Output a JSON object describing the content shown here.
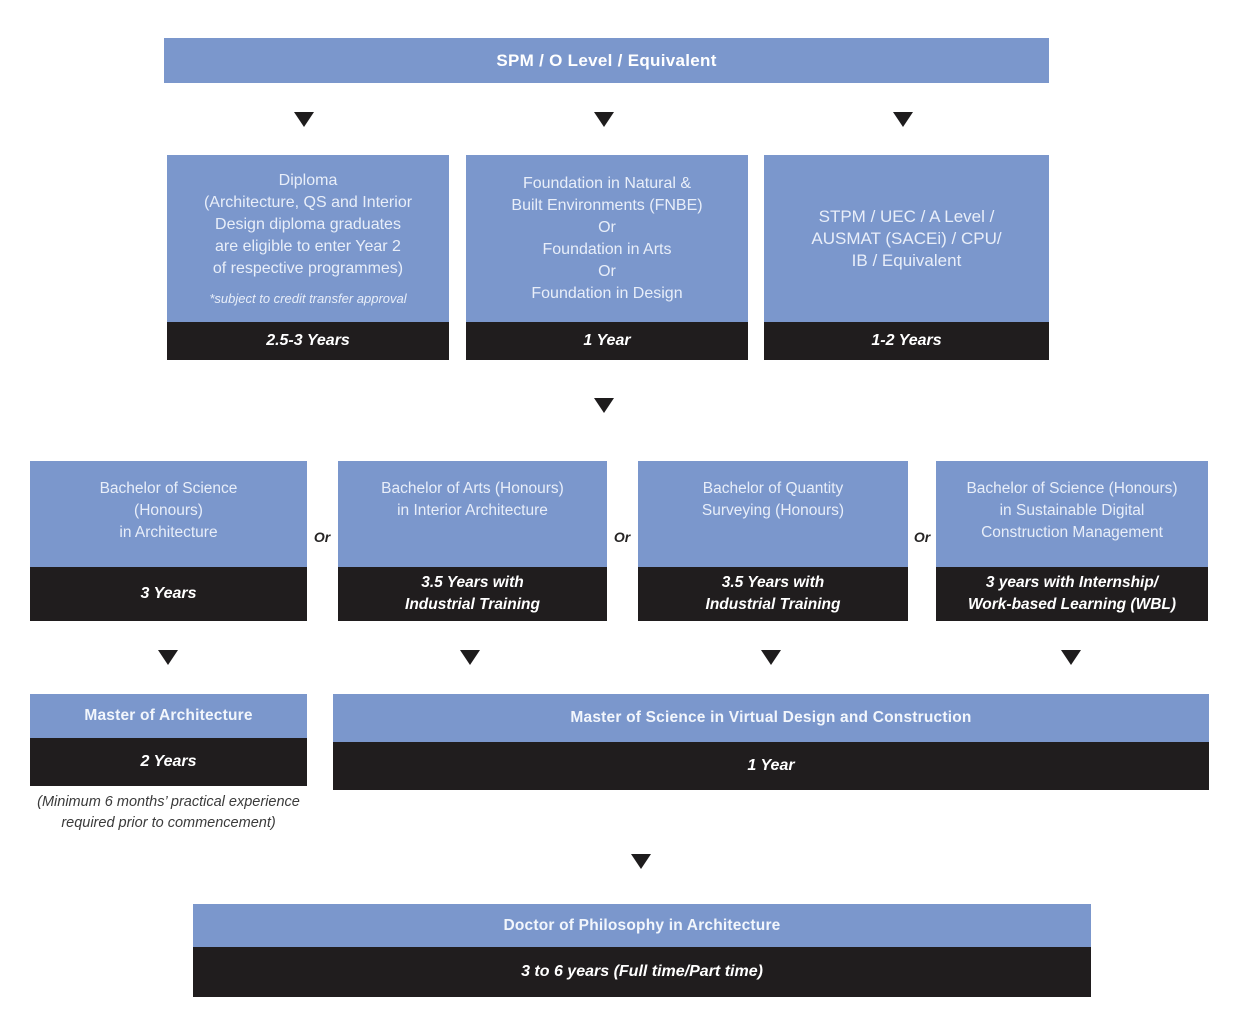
{
  "colors": {
    "blue": "#7b97cc",
    "dark": "#201d1e",
    "arrow": "#1e1c1d"
  },
  "banner": {
    "label": "SPM / O Level / Equivalent"
  },
  "level1": {
    "diploma": {
      "title": "Diploma\n(Architecture, QS and Interior\nDesign diploma graduates\nare eligible to enter Year 2\nof respective programmes)",
      "note": "*subject to credit transfer approval",
      "duration": "2.5-3 Years"
    },
    "foundation": {
      "title": "Foundation in Natural &\nBuilt Environments (FNBE)\nOr\nFoundation in Arts\nOr\nFoundation in Design",
      "duration": "1 Year"
    },
    "stpm": {
      "title": "STPM / UEC / A Level /\nAUSMAT (SACEi) / CPU/\nIB / Equivalent",
      "duration": "1-2 Years"
    }
  },
  "or_label": "Or",
  "bachelors": [
    {
      "title": "Bachelor of Science\n(Honours)\nin Architecture",
      "duration": "3 Years"
    },
    {
      "title": "Bachelor of Arts (Honours)\nin Interior Architecture",
      "duration": "3.5 Years with\nIndustrial Training"
    },
    {
      "title": "Bachelor of Quantity\nSurveying (Honours)",
      "duration": "3.5 Years with\nIndustrial Training"
    },
    {
      "title": "Bachelor of Science (Honours)\nin Sustainable Digital\nConstruction Management",
      "duration": "3 years with Internship/\nWork-based Learning (WBL)"
    }
  ],
  "masters": {
    "march": {
      "title": "Master of Architecture",
      "duration": "2 Years",
      "note": "(Minimum 6 months’ practical experience\nrequired prior to commencement)"
    },
    "msc": {
      "title": "Master of Science in Virtual Design and Construction",
      "duration": "1 Year"
    }
  },
  "phd": {
    "title": "Doctor of Philosophy in Architecture",
    "duration": "3 to 6 years (Full time/Part time)"
  }
}
